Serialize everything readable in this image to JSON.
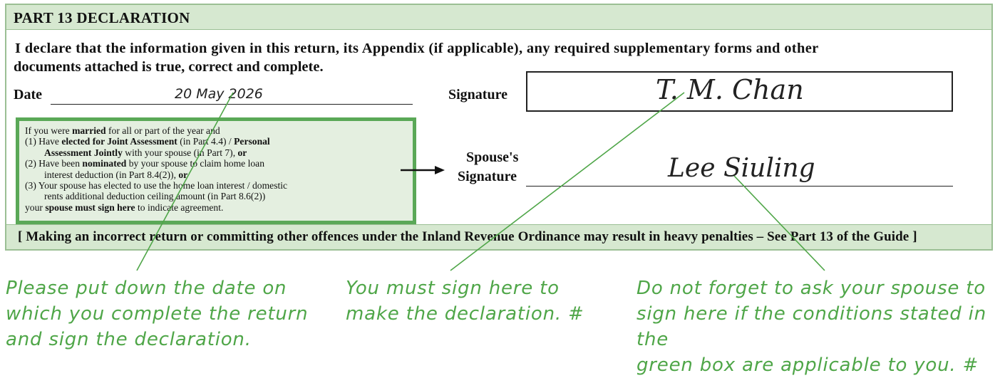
{
  "part": {
    "title": "PART 13  DECLARATION"
  },
  "declaration": {
    "line1": "I declare that the information given in this return, its Appendix (if applicable), any required supplementary forms and other",
    "line2": "documents attached is true, correct and complete."
  },
  "date": {
    "label": "Date",
    "value": "20  May  2026"
  },
  "signature": {
    "label": "Signature",
    "value": "T. M. Chan"
  },
  "spouse": {
    "label_line1": "Spouse's",
    "label_line2": "Signature",
    "value": "Lee Siuling"
  },
  "conditions": {
    "intro_a": "If you were ",
    "intro_b": "married",
    "intro_c": " for all or part of the year and",
    "item1_a": "(1)  Have ",
    "item1_b": "elected for Joint Assessment",
    "item1_c": " (in Part 4.4) / ",
    "item1_d": "Personal",
    "item1_e": "Assessment Jointly",
    "item1_f": " with your spouse (in Part 7), ",
    "item1_g": "or",
    "item2_a": "(2)  Have been ",
    "item2_b": "nominated",
    "item2_c": " by your spouse to claim home loan",
    "item2_d": "interest deduction (in Part 8.4(2)), ",
    "item2_e": "or",
    "item3_a": "(3)  Your spouse has elected to use the home loan interest / domestic",
    "item3_b": "rents additional deduction ceiling amount (in Part 8.6(2))",
    "outro_a": "your ",
    "outro_b": "spouse must sign here",
    "outro_c": " to indicate agreement."
  },
  "footer": {
    "text": "[ Making an incorrect return or committing other offences under the Inland Revenue Ordinance may result in heavy penalties – See Part 13 of the Guide ]"
  },
  "notes": {
    "date_note": [
      "Please put down the date on",
      "which you complete the return",
      "and sign the declaration."
    ],
    "sign_note": [
      "You must sign here to",
      "make the declaration. #"
    ],
    "spouse_note": [
      "Do not forget to ask your spouse to",
      "sign here if the conditions stated in the",
      "green box are applicable to you. #"
    ]
  },
  "colors": {
    "header_bg": "#d6e8d0",
    "green_border": "#5aa857",
    "note_text": "#4fa648"
  },
  "icons": {
    "arrow": "arrow-right-icon"
  }
}
